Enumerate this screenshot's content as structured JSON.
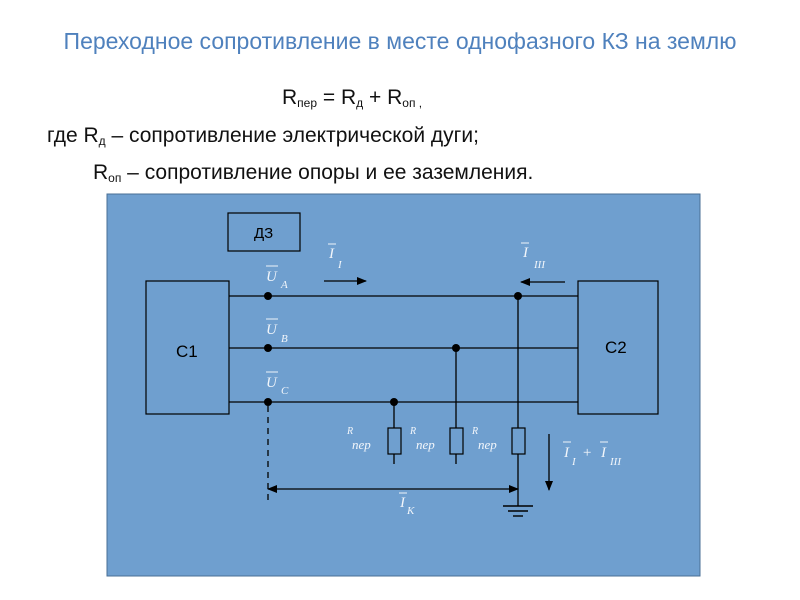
{
  "title": "Переходное сопротивление в месте однофазного КЗ на землю",
  "formula": {
    "R1": "R",
    "R1_sub": "пер",
    "eq": " = R",
    "R2_sub": "д",
    "plus": " + R",
    "R3_sub": "оп",
    "tail": " ,"
  },
  "where_line": {
    "prefix": "где R",
    "sub": "д",
    "text": " – сопротивление электрической дуги;"
  },
  "rop_line": {
    "prefix": "R",
    "sub": "оп",
    "text": " – сопротивление опоры и ее заземления."
  },
  "diagram": {
    "bg_color": "#6f9fcf",
    "dz_label": "ДЗ",
    "c1_label": "C1",
    "c2_label": "C2",
    "phase_labels": [
      "U",
      "U",
      "U"
    ],
    "phase_subs": [
      "A",
      "B",
      "C"
    ],
    "current_I1": "I",
    "current_I1_sub": "I",
    "current_III": "I",
    "current_III_sub": "III",
    "r_label": "R",
    "r_sub": "пер",
    "ik_label": "I",
    "ik_sub": "K",
    "sum_I": "I",
    "sum_sub1": "I",
    "sum_plus": "+",
    "sum_sub2": "III"
  }
}
